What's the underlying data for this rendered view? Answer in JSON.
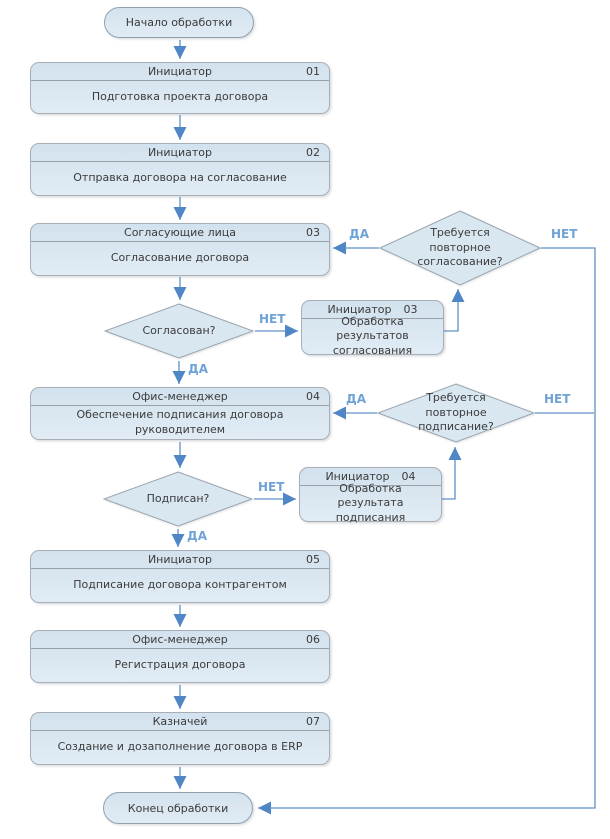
{
  "flowchart": {
    "title_hint": "Процесс обработки договора",
    "start": {
      "label": "Начало обработки"
    },
    "end": {
      "label": "Конец обработки"
    },
    "tasks": [
      {
        "id": "01",
        "role": "Инициатор",
        "action": "Подготовка проекта договора"
      },
      {
        "id": "02",
        "role": "Инициатор",
        "action": "Отправка договора на согласование"
      },
      {
        "id": "03",
        "role": "Согласующие лица",
        "action": "Согласование договора"
      },
      {
        "id": "04",
        "role": "Офис-менеджер",
        "action": "Обеспечение подписания договора руководителем"
      },
      {
        "id": "05",
        "role": "Инициатор",
        "action": "Подписание договора контрагентом"
      },
      {
        "id": "06",
        "role": "Офис-менеджер",
        "action": "Регистрация договора"
      },
      {
        "id": "07",
        "role": "Казначей",
        "action": "Создание и дозаполнение договора в ERP"
      }
    ],
    "side_tasks": {
      "rework_approval": {
        "id": "03",
        "role": "Инициатор",
        "action": "Обработка результатов согласования"
      },
      "rework_signing": {
        "id": "04",
        "role": "Инициатор",
        "action": "Обработка результата подписания"
      }
    },
    "decisions": {
      "approved": "Согласован?",
      "reapproval": "Требуется повторное согласование?",
      "signed": "Подписан?",
      "resigning": "Требуется повторное подписание?"
    },
    "edge_labels": {
      "yes": "ДА",
      "no": "НЕТ"
    },
    "colors": {
      "node_fill": "#dae7f1",
      "node_border": "#a7aeb5",
      "connector": "#5f90c7",
      "arrowhead": "#4f86c6",
      "edge_label_text": "#6fa3d6",
      "node_text": "#3b3b3b"
    }
  }
}
